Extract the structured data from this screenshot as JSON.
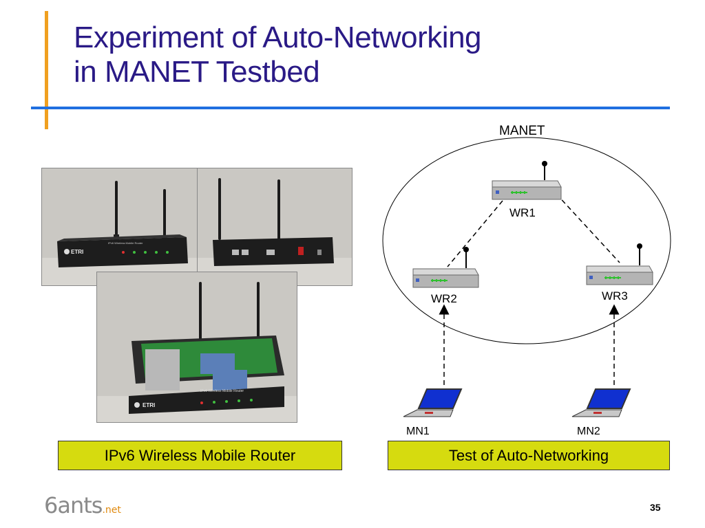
{
  "slide": {
    "title_line1": "Experiment of Auto-Networking",
    "title_line2": "in MANET Testbed",
    "page_number": "35"
  },
  "photos": {
    "router_front": {
      "label": "IPv6 Wireless Mobile Router"
    },
    "open_brand": "ETRI",
    "front_brand": "ETRI",
    "open_label": "IPv6 Wireless Mobile Router",
    "colors": {
      "photo_bg": "#c9c7c2",
      "router_body": "#1d1d1d",
      "pcb": "#2e8a3a"
    }
  },
  "captions": {
    "left": "IPv6 Wireless Mobile Router",
    "right": "Test of Auto-Networking"
  },
  "diagram": {
    "cloud_label": "MANET",
    "routers": [
      {
        "id": "wr1",
        "label": "WR1"
      },
      {
        "id": "wr2",
        "label": "WR2"
      },
      {
        "id": "wr3",
        "label": "WR3"
      }
    ],
    "nodes": [
      {
        "id": "mn1",
        "label": "MN1"
      },
      {
        "id": "mn2",
        "label": "MN2"
      }
    ]
  },
  "logo": {
    "main": "6ants",
    "suffix": ".net"
  },
  "colors": {
    "title": "#2a1a86",
    "accent_bar": "#f0a020",
    "rule": "#1f6fe0",
    "caption_bg": "#d6db0f"
  }
}
